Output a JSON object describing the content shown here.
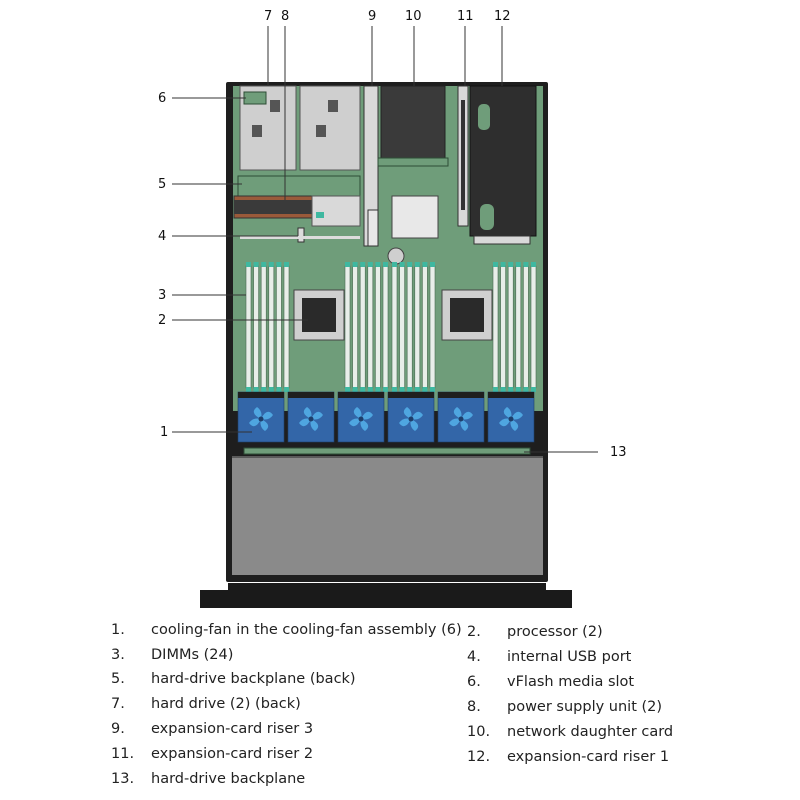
{
  "callouts": [
    "1",
    "2",
    "3",
    "4",
    "5",
    "6",
    "7",
    "8",
    "9",
    "10",
    "11",
    "12",
    "13"
  ],
  "legend": [
    {
      "num": "1.",
      "label": "cooling-fan in the cooling-fan assembly (6)"
    },
    {
      "num": "2.",
      "label": "processor (2)"
    },
    {
      "num": "3.",
      "label": "DIMMs (24)"
    },
    {
      "num": "4.",
      "label": "internal USB port"
    },
    {
      "num": "5.",
      "label": "hard-drive backplane (back)"
    },
    {
      "num": "6.",
      "label": "vFlash media slot"
    },
    {
      "num": "7.",
      "label": "hard drive (2) (back)"
    },
    {
      "num": "8.",
      "label": "power supply unit (2)"
    },
    {
      "num": "9.",
      "label": "expansion-card riser 3"
    },
    {
      "num": "10.",
      "label": "network daughter card"
    },
    {
      "num": "11.",
      "label": "expansion-card riser 2"
    },
    {
      "num": "12.",
      "label": "expansion-card riser 1"
    },
    {
      "num": "13.",
      "label": "hard-drive backplane"
    }
  ],
  "colors": {
    "chassis": "#1e1e1e",
    "board": "#6f9d7a",
    "dimm_slot": "#e8eee9",
    "dimm_latch": "#3fb8a0",
    "fan_body": "#3366a8",
    "fan_blade": "#4fa6e0",
    "drive_bay": "#8a8a8a",
    "psu": "#bcbcbc",
    "riser": "#3a3a3a",
    "leader": "#333333"
  }
}
